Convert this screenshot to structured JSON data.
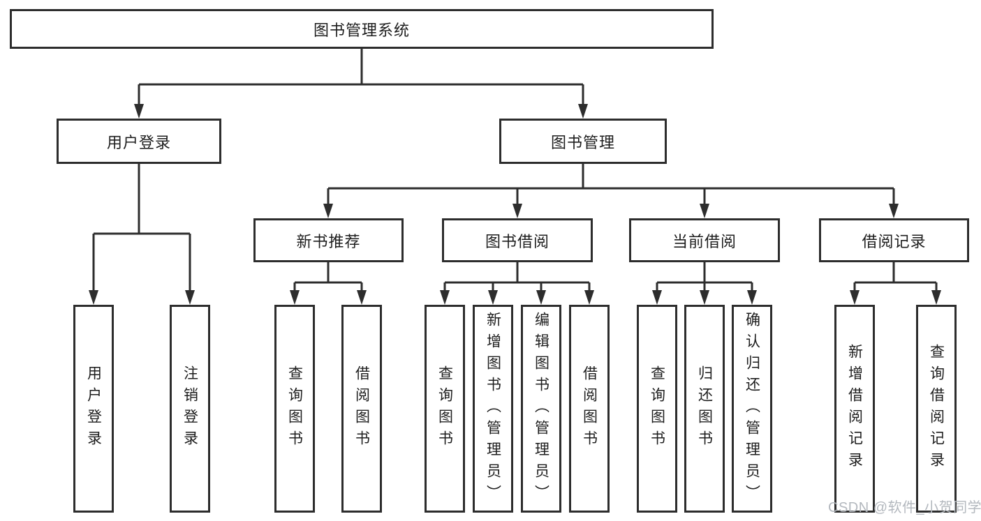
{
  "tree": {
    "root": {
      "label": "图书管理系统",
      "children": [
        {
          "label": "用户登录",
          "children": [
            {
              "label": "用户登录"
            },
            {
              "label": "注销登录"
            }
          ]
        },
        {
          "label": "图书管理",
          "children": [
            {
              "label": "新书推荐",
              "children": [
                {
                  "label": "查询图书"
                },
                {
                  "label": "借阅图书"
                }
              ]
            },
            {
              "label": "图书借阅",
              "children": [
                {
                  "label": "查询图书"
                },
                {
                  "label": "新增图书（管理员）"
                },
                {
                  "label": "编辑图书（管理员）"
                },
                {
                  "label": "借阅图书"
                }
              ]
            },
            {
              "label": "当前借阅",
              "children": [
                {
                  "label": "查询图书"
                },
                {
                  "label": "归还图书"
                },
                {
                  "label": "确认归还（管理员）"
                }
              ]
            },
            {
              "label": "借阅记录",
              "children": [
                {
                  "label": "新增借阅记录"
                },
                {
                  "label": "查询借阅记录"
                }
              ]
            }
          ]
        }
      ]
    }
  },
  "watermark": {
    "text": "CSDN @软件_小贺同学"
  },
  "colors": {
    "line": "#2d2d2d",
    "text": "#1d1d1d",
    "watermark": "#b3b8be",
    "background": "#ffffff"
  }
}
